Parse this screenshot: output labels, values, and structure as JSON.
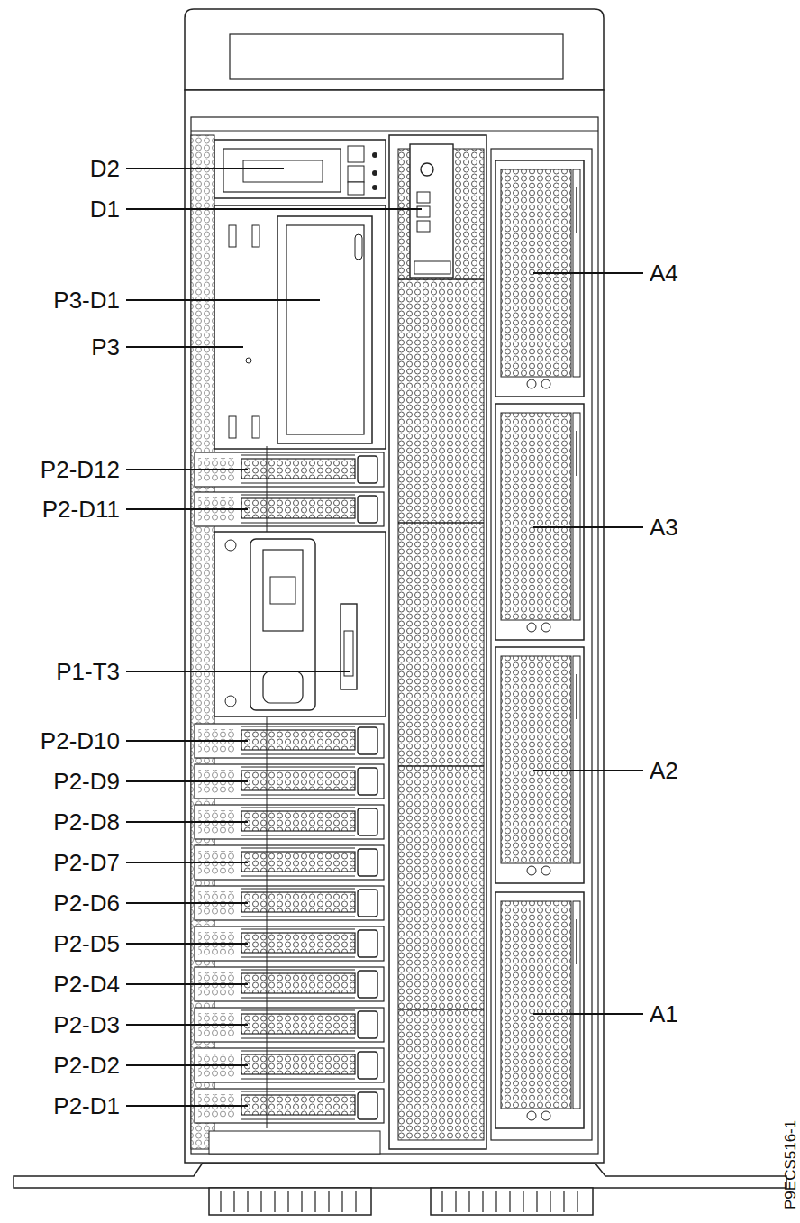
{
  "diagram": {
    "labels": [
      "D2",
      "D1",
      "P3-D1",
      "P3",
      "P2-D12",
      "P2-D11",
      "P1-T3",
      "P2-D10",
      "P2-D9",
      "P2-D8",
      "P2-D7",
      "P2-D6",
      "P2-D5",
      "P2-D4",
      "P2-D3",
      "P2-D2",
      "P2-D1",
      "A4",
      "A3",
      "A2",
      "A1",
      "P9ECS516-1"
    ]
  }
}
